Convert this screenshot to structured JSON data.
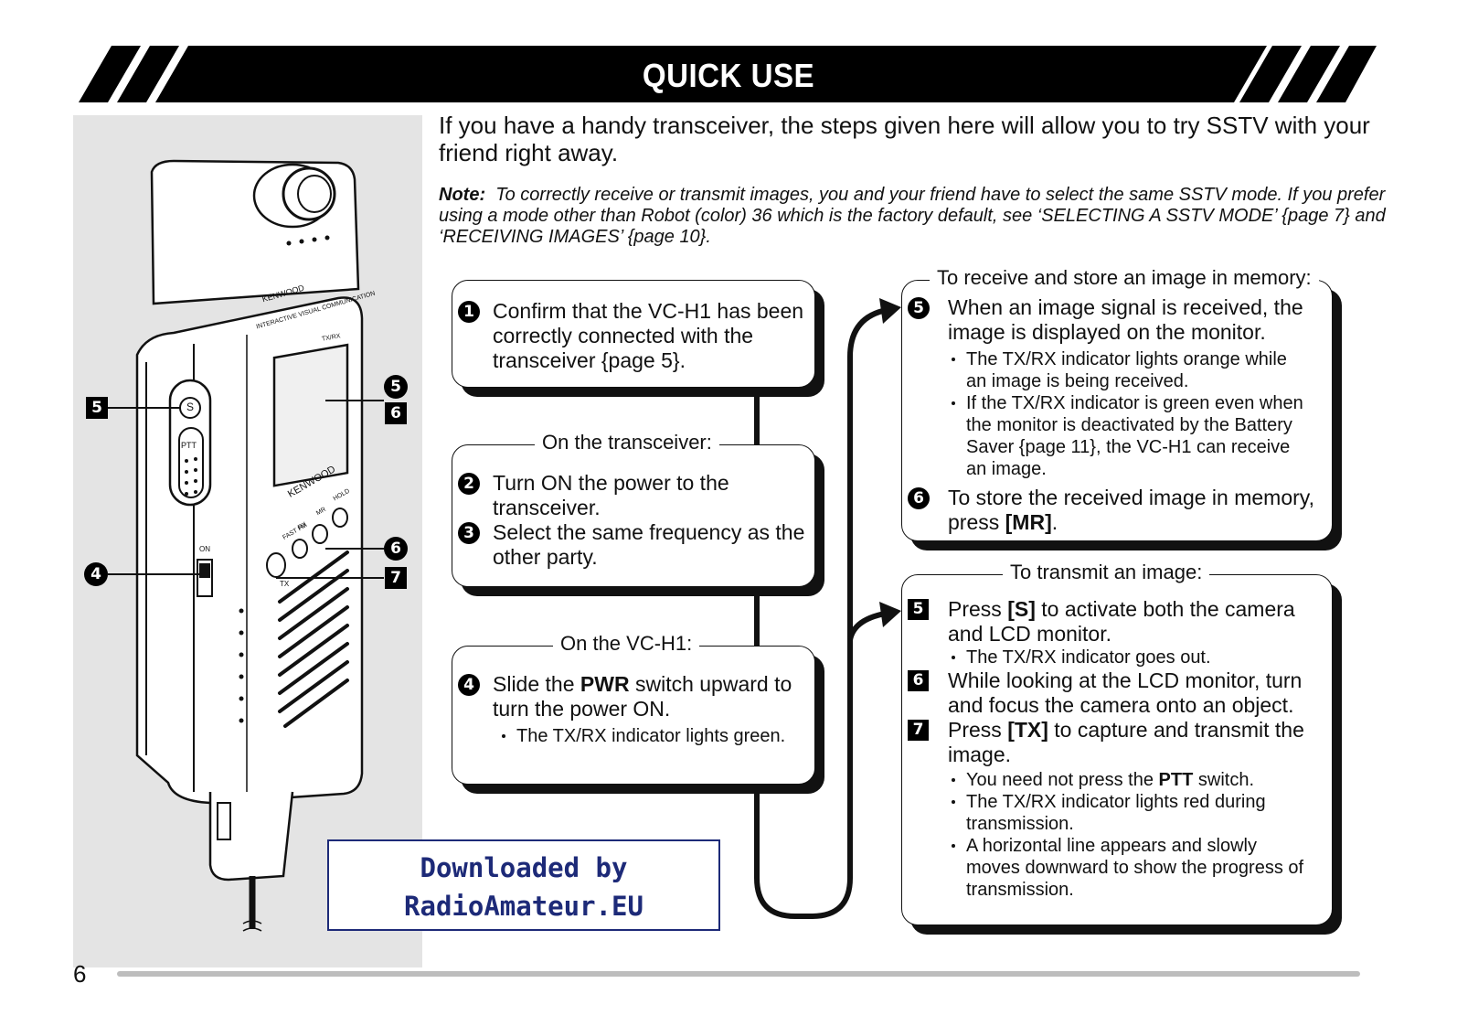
{
  "header": {
    "title": "QUICK USE"
  },
  "intro": {
    "text": "If you have a handy transceiver, the steps given here will allow you to try SSTV with your friend right away."
  },
  "note": {
    "label": "Note:",
    "text": "To correctly receive or transmit images, you and your friend have to select the same SSTV mode.  If you prefer using a mode other than Robot (color) 36 which is the factory default, see ‘SELECTING A SSTV MODE’ {page 7} and ‘RECEIVING IMAGES’ {page 10}."
  },
  "box1": {
    "steps": [
      {
        "num": "1",
        "text": "Confirm that the VC-H1 has been correctly connected with the transceiver {page 5}."
      }
    ]
  },
  "box2": {
    "label": "On the transceiver:",
    "steps": [
      {
        "num": "2",
        "text": "Turn ON the power to the transceiver."
      },
      {
        "num": "3",
        "text": "Select the same frequency as the other party."
      }
    ]
  },
  "box3": {
    "label": "On the VC-H1:",
    "step_num": "4",
    "step_pre": "Slide the ",
    "step_bold": "PWR",
    "step_post": " switch upward to turn the power ON.",
    "bullets": [
      "The TX/RX indicator lights green."
    ]
  },
  "box4": {
    "label": "To receive and store an image in memory:",
    "step5_num": "5",
    "step5_text": "When an image signal is received, the image is displayed on the monitor.",
    "step5_bullets": [
      "The TX/RX indicator lights orange while an image is being received.",
      "If the TX/RX indicator is green even when the monitor is deactivated by the Battery Saver {page 11}, the VC-H1 can receive an image."
    ],
    "step6_num": "6",
    "step6_pre": "To store the received image in memory, press ",
    "step6_bold": "[MR]",
    "step6_post": "."
  },
  "box5": {
    "label": "To transmit an image:",
    "s5_num": "5",
    "s5_pre": "Press ",
    "s5_bold": "[S]",
    "s5_post": " to activate both the camera and LCD monitor.",
    "s5_bullets": [
      "The TX/RX indicator goes out."
    ],
    "s6_num": "6",
    "s6_text": "While looking at the LCD monitor, turn and focus the camera onto an object.",
    "s7_num": "7",
    "s7_pre": "Press ",
    "s7_bold": "[TX]",
    "s7_post": " to capture and transmit the image.",
    "b1_pre": "You need not press the ",
    "b1_bold": "PTT",
    "b1_post": " switch.",
    "b2": "The TX/RX indicator lights red during transmission.",
    "b3": "A horizontal line appears and slowly moves downward to show the progress of transmission."
  },
  "illustration": {
    "brand": "KENWOOD",
    "caption": "INTERACTIVE VISUAL COMMUNICATION",
    "lcd_brand": "KENWOOD",
    "button_s": "S",
    "ptt": "PTT",
    "on": "ON",
    "txrx": "TX/RX",
    "keys": [
      "FAST FM",
      "RX",
      "MR",
      "HOLD"
    ],
    "tx": "TX",
    "callouts": {
      "c5_left": "5",
      "c4": "4",
      "c5_right": "5",
      "c6_right_sq": "6",
      "c6_circ": "6",
      "c7": "7"
    }
  },
  "watermark": {
    "line1": "Downloaded by",
    "line2": "RadioAmateur.EU"
  },
  "footer": {
    "page_number": "6"
  }
}
